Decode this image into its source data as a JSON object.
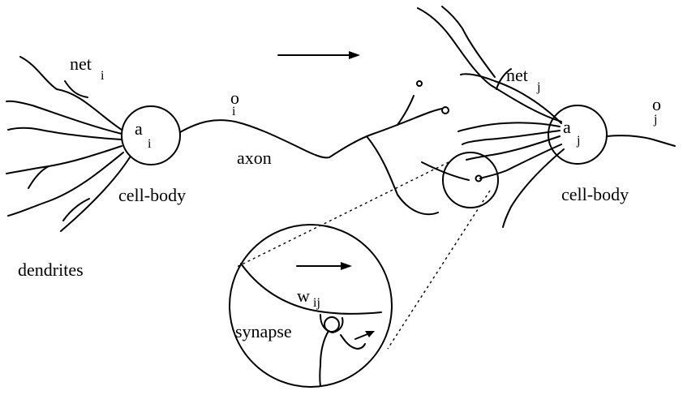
{
  "labels": {
    "net_i": "net",
    "net_i_sub": "i",
    "net_j": "net",
    "net_j_sub": "j",
    "a_i": "a",
    "a_i_sub": "i",
    "a_j": "a",
    "a_j_sub": "j",
    "o_i": "o",
    "o_i_sub": "i",
    "o_j": "o",
    "o_j_sub": "j",
    "axon": "axon",
    "cell_body_left": "cell-body",
    "cell_body_right": "cell-body",
    "dendrites": "dendrites",
    "w_ij": "w",
    "w_ij_sub": "ij",
    "synapse": "synapse"
  },
  "colors": {
    "ink": "#000000",
    "background": "#ffffff"
  }
}
